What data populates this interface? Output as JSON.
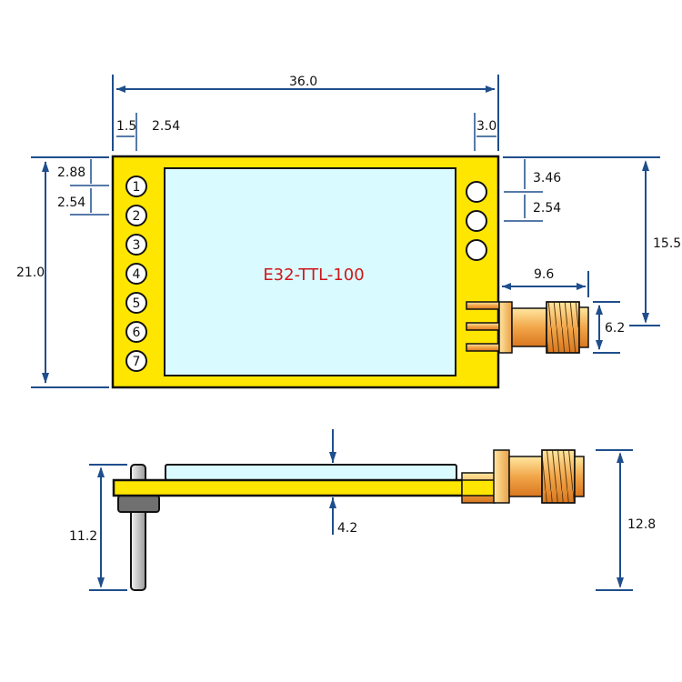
{
  "module": {
    "name": "E32-TTL-100",
    "colors": {
      "pcb": "#ffe600",
      "shield": "#d9fbff",
      "title_text": "#d0161c",
      "dimension_line": "#1f4e8c",
      "connector": "#f0a040"
    }
  },
  "top_view": {
    "pins": [
      "1",
      "2",
      "3",
      "4",
      "5",
      "6",
      "7"
    ],
    "holes_right": 3,
    "dimensions": {
      "overall_width": "36.0",
      "left_edge_to_pin": "1.5",
      "pin_pitch_label": "2.54",
      "right_edge_to_hole": "3.0",
      "top_to_pin1": "2.88",
      "pin_pitch_vertical": "2.54",
      "overall_height": "21.0",
      "top_to_hole1": "3.46",
      "hole_pitch": "2.54",
      "top_to_antenna_center": "15.5",
      "antenna_length": "9.6",
      "antenna_diameter": "6.2"
    }
  },
  "side_view": {
    "dimensions": {
      "pin_length": "11.2",
      "board_thickness": "4.2",
      "antenna_height": "12.8"
    }
  }
}
